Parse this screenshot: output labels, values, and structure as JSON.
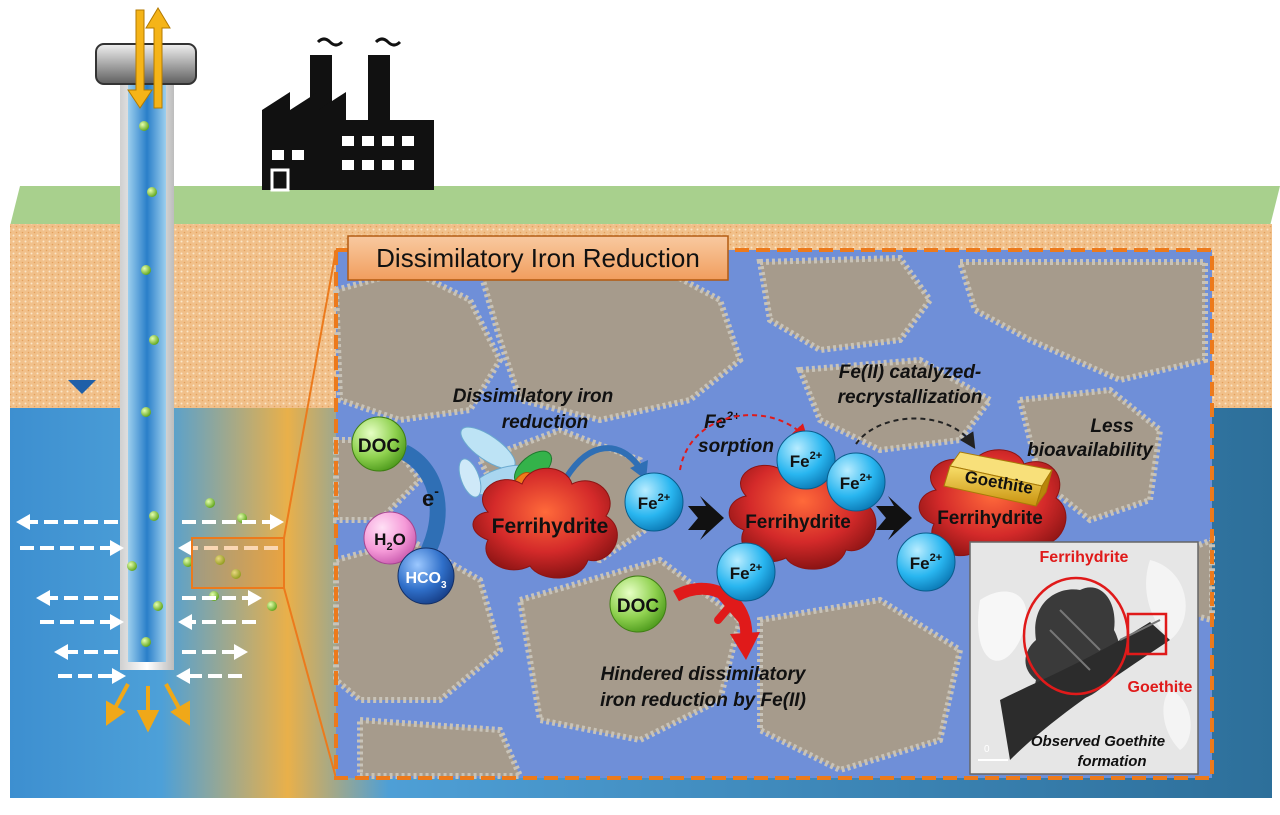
{
  "title": "Dissimilatory Iron Reduction",
  "labels": {
    "dir_line1": "Dissimilatory iron",
    "dir_line2": "reduction",
    "electron": "e",
    "electron_sup": "-",
    "fe2_sorption_base": "Fe",
    "fe2_sorption_sup": "2+",
    "sorption": "sorption",
    "recryst_line1": "Fe(II) catalyzed-",
    "recryst_line2": "recrystallization",
    "less_line1": "Less",
    "less_line2": "bioavailability",
    "hindered_line1": "Hindered dissimilatory",
    "hindered_line2": "iron reduction by Fe(II)"
  },
  "molecules": {
    "doc": "DOC",
    "h2o_base": "H",
    "h2o_sub": "2",
    "h2o_tail": "O",
    "hco3_base": "HCO",
    "hco3_sub": "3",
    "fe_base": "Fe",
    "fe_sup": "2+"
  },
  "minerals": {
    "ferrihydrite": "Ferrihydrite",
    "goethite": "Goethite"
  },
  "inset": {
    "ferrihydrite_label": "Ferrihydrite",
    "goethite_label": "Goethite",
    "caption_line1": "Observed  Goethite",
    "caption_line2": "formation",
    "scale": "0"
  },
  "colors": {
    "ground_green": "#a8d08d",
    "soil_orange": "#f1c08a",
    "water_blue": "#3f8fcf",
    "box_border": "#ec7a1c",
    "title_bg": "#f4b183",
    "doc_green": "#8fd14f",
    "fe_cyan": "#29b6f0",
    "ferrihydrite_red": "#c0262c",
    "goethite_gold": "#e0b020",
    "inset_red": "#e01a1a"
  }
}
